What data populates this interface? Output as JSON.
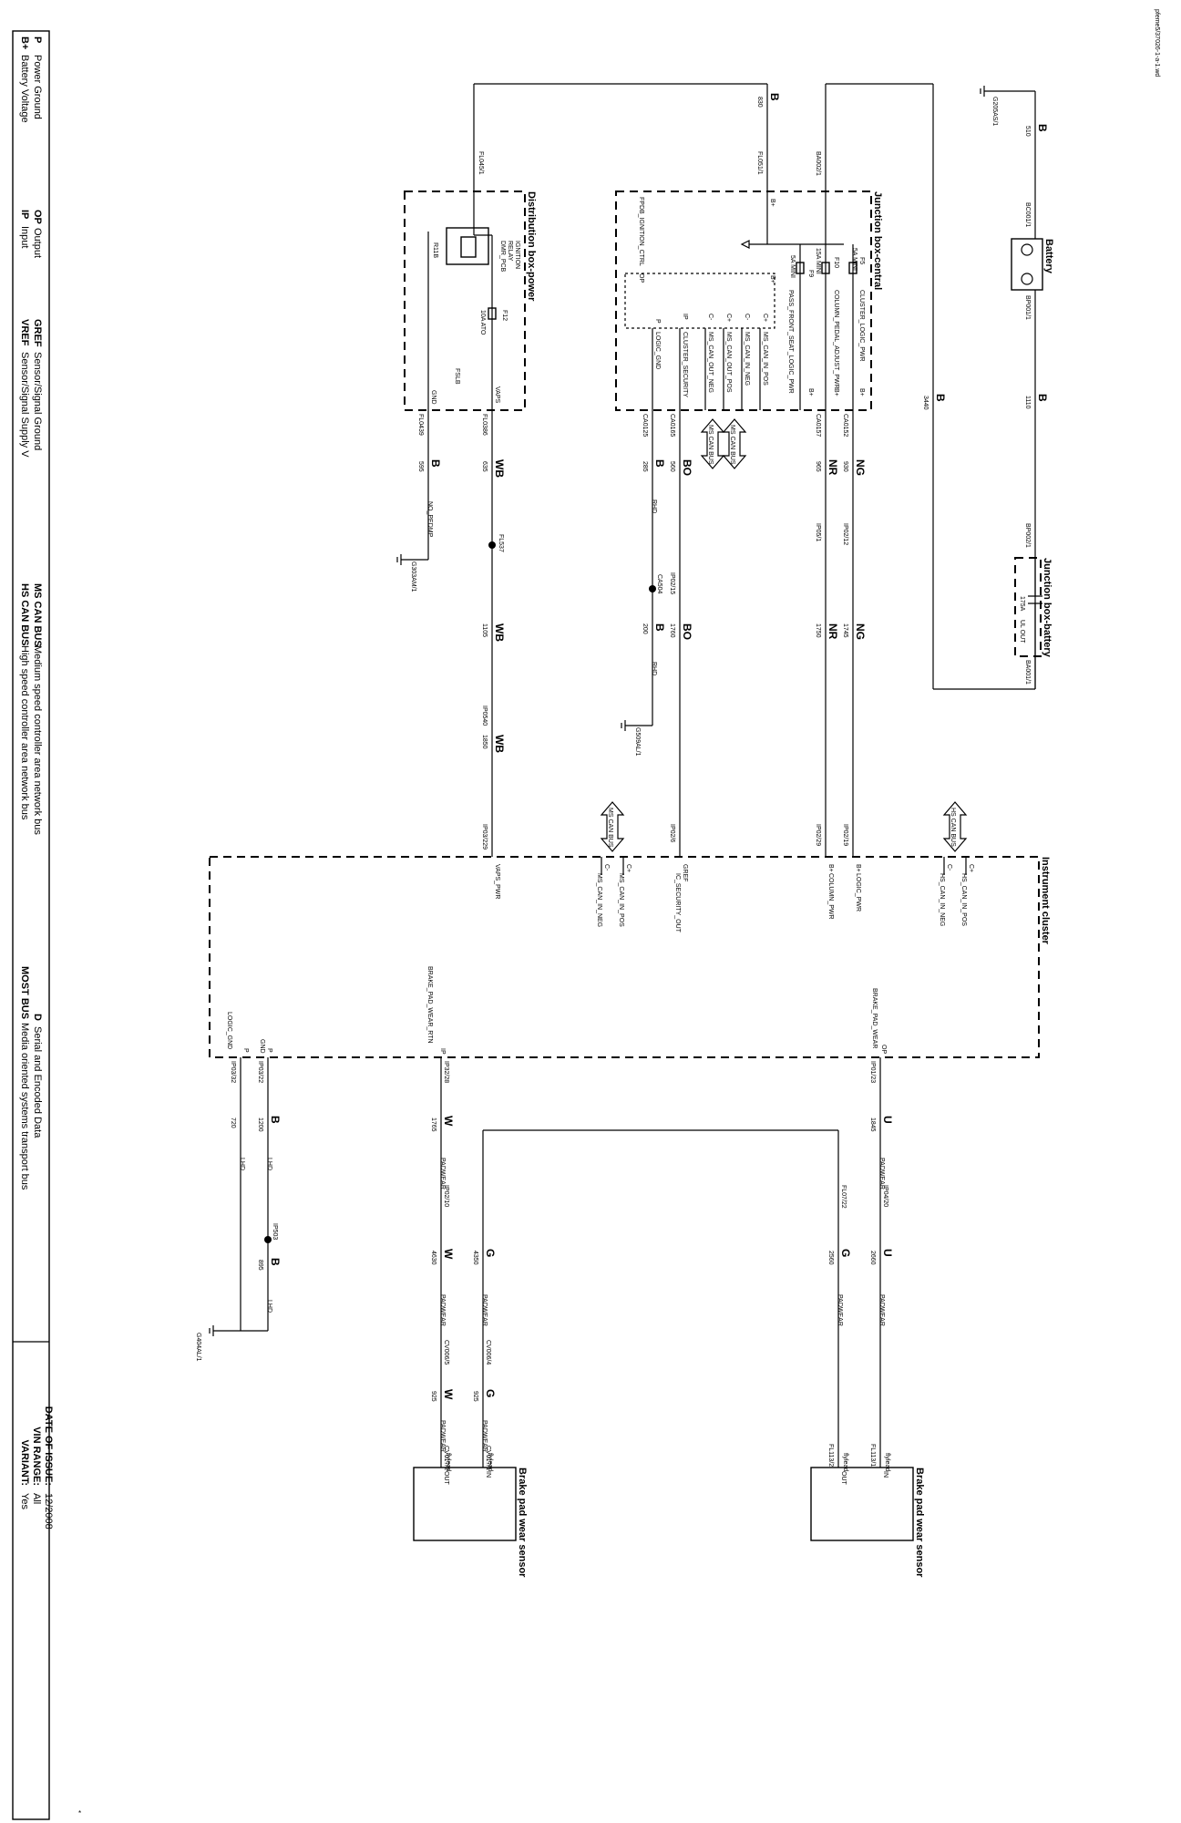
{
  "header": {
    "doc_id": "pfeme5/37026-1-a-1.wd",
    "footnote": "*"
  },
  "legend": {
    "bv_k": "B+",
    "bv_v": "Battery Voltage",
    "p_k": "P",
    "p_v": "Power Ground",
    "ip_k": "IP",
    "ip_v": "Input",
    "op_k": "OP",
    "op_v": "Output",
    "vref_k": "VREF",
    "vref_v": "Sensor/Signal Supply V",
    "gref_k": "GREF",
    "gref_v": "Sensor/Signal Ground",
    "hs_k": "HS CAN BUS",
    "hs_v": "High speed controller area network bus",
    "ms_k": "MS CAN BUS",
    "ms_v": "Medium speed controller area network bus",
    "most_k": "MOST BUS",
    "most_v": "Media oriented systems transport bus",
    "d_k": "D",
    "d_v": "Serial and Encoded Data"
  },
  "info": {
    "variant_k": "VARIANT:",
    "variant_v": "Yes",
    "vin_k": "VIN RANGE:",
    "vin_v": "All",
    "date_k": "DATE OF ISSUE:",
    "date_v": "12/2008"
  },
  "components": {
    "battery": "Battery",
    "jb_battery": "Junction box-battery",
    "jb_central": "Junction box-central",
    "dist_power": "Distribution box-power",
    "cluster": "Instrument cluster",
    "pad1": "Brake pad wear sensor",
    "pad2": "Brake pad wear sensor"
  },
  "labels": {
    "g205as1": "G205AS/1",
    "w510": "510",
    "B": "B",
    "bc001": "BC001/1",
    "bp001": "BP001/1",
    "w1110": "1110",
    "w3440": "3440",
    "bp002": "BP002/1",
    "ba001": "BA001/1",
    "f175a": "175A",
    "f_letter": "F",
    "ul_out": "UL OUT",
    "ba002": "BA002/1",
    "fl051": "FL051/1",
    "w830": "830",
    "fl045": "FL045/1",
    "f5": "F5",
    "f5a": "5A MINI",
    "f10": "F10",
    "f15a": "15A MINI",
    "f9": "F9",
    "f9a": "5A MINI",
    "bplus": "B+",
    "op": "OP",
    "ip": "IP",
    "cminus": "C-",
    "cplus": "C+",
    "p": "P",
    "fpdb": "FPDB_IGNITION_CTRL",
    "sig_cluster_logic": "CLUSTER_LOGIC_PWR",
    "sig_column": "COLUMN_PEDAL_ADJUST_PWR",
    "sig_pass": "PASS_FRONT_SEAT_LOGIC_PWR",
    "sig_can_pos": "MS_CAN_IN_POS",
    "sig_can_neg": "MS_CAN_IN_NEG",
    "sig_can_out_pos": "MS_CAN_OUT_POS",
    "sig_can_out_neg": "MS_CAN_OUT_NEG",
    "sig_cluster_sec": "CLUSTER_SECURITY",
    "sig_logic_gnd": "LOGIC_GND",
    "ca0152": "CA0152",
    "ca0157": "CA0157",
    "ca0165": "CA0165",
    "ca0125": "CA0125",
    "ng": "NG",
    "nr": "NR",
    "bo": "BO",
    "w930": "930",
    "w965": "965",
    "w560": "560",
    "w285": "285",
    "ip0212": "IP02/12",
    "ip051": "IP05/1",
    "ip0215": "IP02/15",
    "rhd": "RHD",
    "ca504": "CA504",
    "w1745": "1745",
    "w1750": "1750",
    "w1760": "1760",
    "w200": "200",
    "g509al1": "G509AL/1",
    "ms_can_bus": "MS CAN BUS",
    "f12": "F12",
    "f10a": "10A ATO",
    "ign1": "IGNITION",
    "ign2": "RELAY",
    "ign3": "DMR_PCB",
    "r11b": "R11B",
    "fslb": "FSLB",
    "vaps": "VAPS",
    "gnd": "GND",
    "fl0386": "FL0386",
    "fl0439": "FL0439",
    "wb": "WB",
    "w635": "635",
    "w595": "595",
    "no_pedmp": "NO_PEDMP",
    "g303am1": "G303AM/1",
    "fl537": "FL537",
    "w1105": "1105",
    "ip0540": "IP0540",
    "w1850": "1850",
    "ip0219": "IP02/19",
    "ip0229": "IP02/29",
    "ip0226": "IP02/6",
    "ip0229b": "IP03/229",
    "hs_can_bus": "HS CAN BUS",
    "sig_hs_pos": "HS_CAN_IN_POS",
    "sig_hs_neg": "HS_CAN_IN_NEG",
    "sig_logic_pwr": "LOGIC_PWR",
    "sig_column_pwr": "COLUMN_PWR",
    "gref": "GREF",
    "sig_ic_sec_out": "IC_SECURITY_OUT",
    "sig_vaps_pwr": "VAPS_PWR",
    "sig_brake_wear": "BRAKE_PAD_WEAR",
    "sig_brake_wear_rtn": "BRAKE_PAD_WEAR_RTN",
    "sig_logic_gnd2": "LOGIC_GND",
    "gnd2": "GND",
    "ip0123": "IP01/23",
    "ip3228": "IP32/28",
    "ip0322": "IP03/22",
    "ip0332": "IP03/32",
    "u": "U",
    "w": "W",
    "g": "G",
    "w1845": "1845",
    "w1765": "1765",
    "w1200": "1200",
    "w720": "720",
    "lhd": "LHD",
    "padwear": "PADWEAR",
    "ip0420": "IP04/20",
    "fl0722": "FL07/22",
    "ip0210": "IP02/10",
    "w2660": "2660",
    "w2560": "2560",
    "w4350": "4350",
    "w4630": "4630",
    "ip503": "IP503",
    "w895": "895",
    "g404al1": "G404AL/1",
    "cv0064": "CV006/4",
    "cv0065": "CV006/5",
    "w925": "925",
    "fl1131": "FL113/1",
    "fl1132": "FL113/2",
    "cv0171": "CV017/1",
    "cv0172": "CV017/2",
    "in": "IN",
    "out": "OUT",
    "flyleaf": "flylead"
  }
}
